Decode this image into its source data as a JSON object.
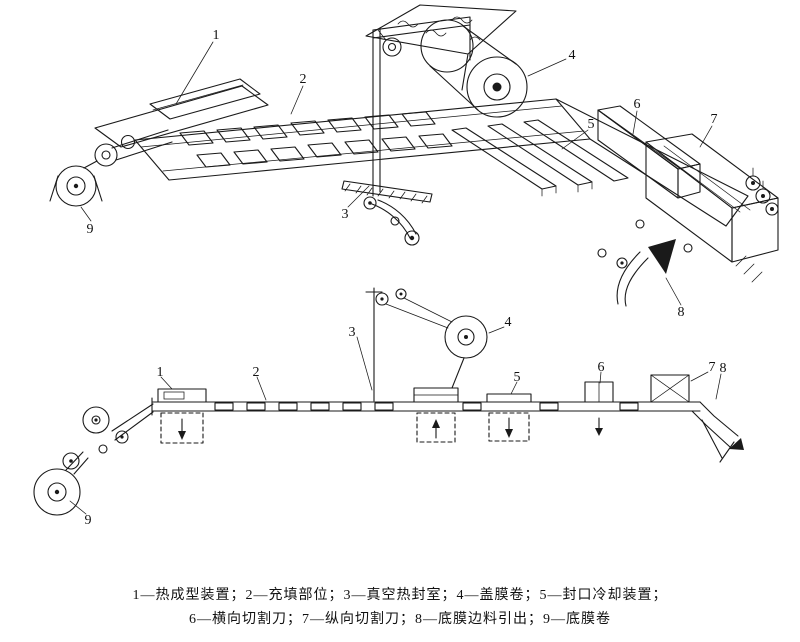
{
  "callouts": {
    "iso": {
      "n1": "1",
      "n2": "2",
      "n3": "3",
      "n4": "4",
      "n5": "5",
      "n6": "6",
      "n7": "7",
      "n8": "8",
      "n9": "9"
    },
    "side": {
      "n1": "1",
      "n2": "2",
      "n3": "3",
      "n4": "4",
      "n5": "5",
      "n6": "6",
      "n7": "7",
      "n8": "8",
      "n9": "9"
    }
  },
  "caption": {
    "line1": "1—热成型装置；2—充填部位；3—真空热封室；4—盖膜卷；5—封口冷却装置；",
    "line2": "6—横向切割刀；7—纵向切割刀；8—底膜边料引出；9—底膜卷"
  },
  "legend": [
    {
      "num": "1",
      "label": "热成型装置"
    },
    {
      "num": "2",
      "label": "充填部位"
    },
    {
      "num": "3",
      "label": "真空热封室"
    },
    {
      "num": "4",
      "label": "盖膜卷"
    },
    {
      "num": "5",
      "label": "封口冷却装置"
    },
    {
      "num": "6",
      "label": "横向切割刀"
    },
    {
      "num": "7",
      "label": "纵向切割刀"
    },
    {
      "num": "8",
      "label": "底膜边料引出"
    },
    {
      "num": "9",
      "label": "底膜卷"
    }
  ],
  "colors": {
    "ink": "#1a1a1a",
    "background": "#ffffff"
  }
}
